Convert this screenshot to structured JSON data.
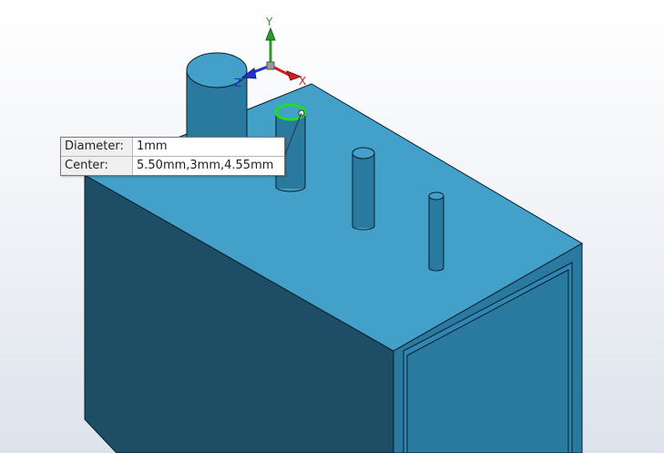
{
  "triad": {
    "y_label": "Y",
    "x_label": "X",
    "z_label": "Z",
    "colors": {
      "y": "#2e9a2e",
      "x": "#cc2222",
      "z": "#2233cc"
    }
  },
  "selection": {
    "highlight_color": "#22dd22"
  },
  "tooltip": {
    "diameter_label": "Diameter:",
    "diameter_value": "1mm",
    "center_label": "Center:",
    "center_value": "5.50mm,3mm,4.55mm"
  },
  "model": {
    "top_face_color": "#43a0c9",
    "front_face_color": "#1e4e66",
    "right_face_color": "#2a7aa0",
    "edge_color": "#0a1e2c"
  }
}
